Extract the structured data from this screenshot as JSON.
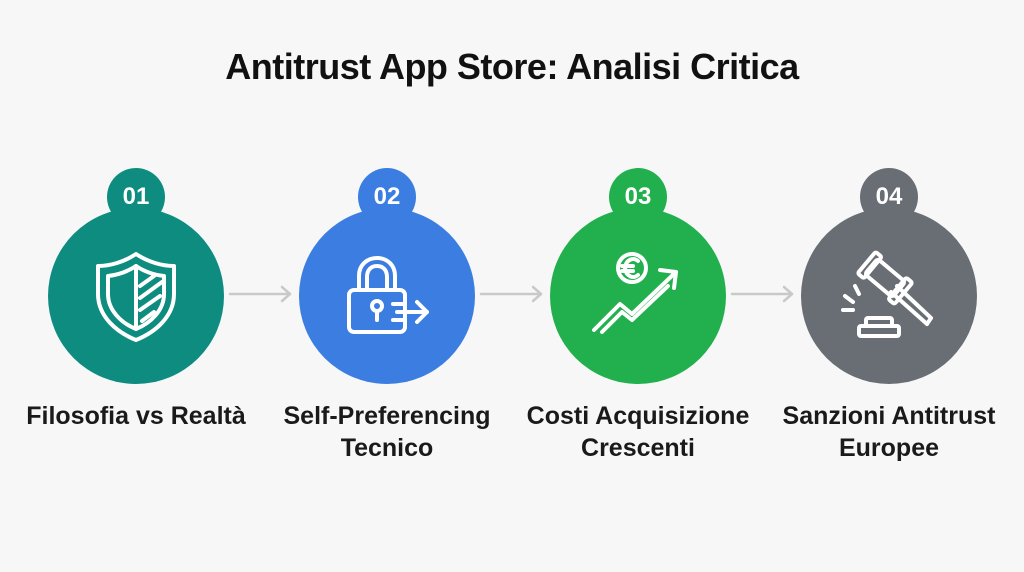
{
  "title": "Antitrust App Store: Analisi Critica",
  "steps": [
    {
      "number": "01",
      "label": "Filosofia vs Realtà",
      "icon": "shield-icon",
      "color": "#0d8c7f"
    },
    {
      "number": "02",
      "label": "Self-Preferencing Tecnico",
      "icon": "lock-arrow-icon",
      "color": "#3b7de0"
    },
    {
      "number": "03",
      "label": "Costi Acquisizione Crescenti",
      "icon": "euro-growth-icon",
      "color": "#22b04e"
    },
    {
      "number": "04",
      "label": "Sanzioni Antitrust Europee",
      "icon": "gavel-icon",
      "color": "#696e75"
    }
  ],
  "arrow_color": "#c9c9c9"
}
